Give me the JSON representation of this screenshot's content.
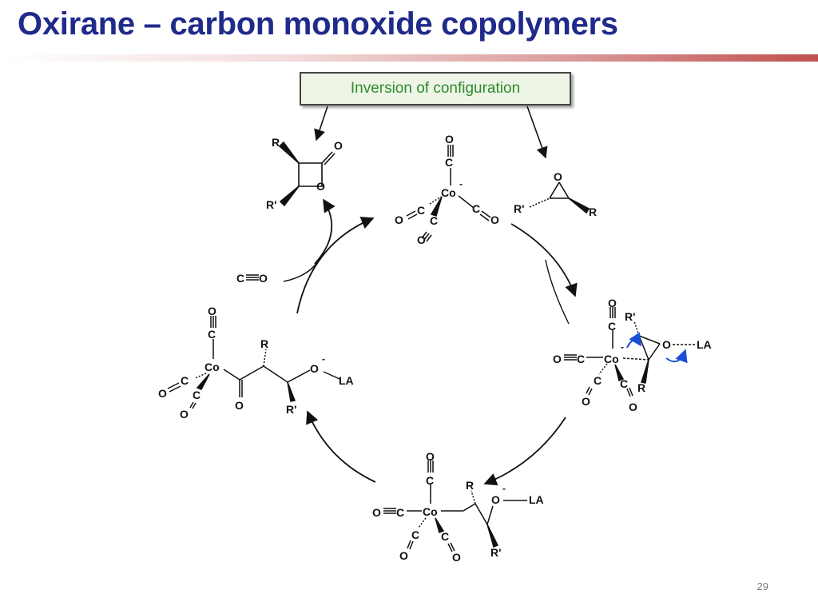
{
  "title": "Oxirane – carbon monoxide copolymers",
  "annotation": "Inversion of configuration",
  "page_number": "29",
  "labels": {
    "O": "O",
    "C": "C",
    "Co": "Co",
    "R": "R",
    "R1": "R'",
    "LA": "LA",
    "minus": "-"
  },
  "colors": {
    "title": "#1f2a8a",
    "box_text": "#2e8b2e",
    "curly_arrow": "#1a4fd6"
  }
}
